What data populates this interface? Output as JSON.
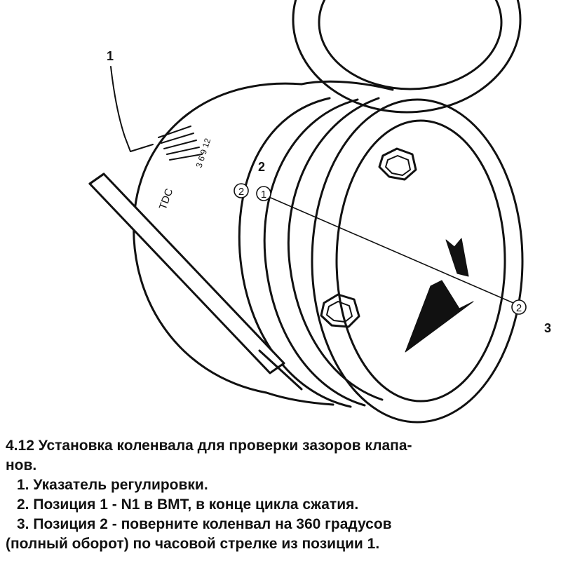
{
  "diagram": {
    "callouts": [
      "1",
      "2",
      "3"
    ],
    "position_marks": [
      "2",
      "1",
      "2"
    ],
    "scale_text": "TDC",
    "scale_digits": "3 6 9 12"
  },
  "caption": {
    "title_line1": "4.12 Установка коленвала для проверки зазоров клапа-",
    "title_line2": "нов.",
    "item1": "1. Указатель регулировки.",
    "item2": "2. Позиция 1 - N1 в ВМТ, в конце цикла сжатия.",
    "item3_line1": "3. Позиция 2 - поверните коленвал на 360 градусов",
    "item3_line2": "(полный оборот) по часовой стрелке из позиции 1."
  }
}
